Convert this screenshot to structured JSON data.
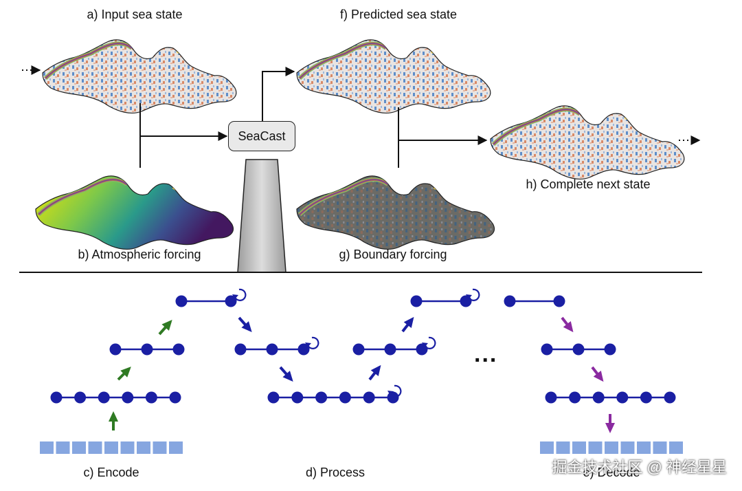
{
  "labels": {
    "a": "a) Input sea state",
    "b": "b) Atmospheric forcing",
    "c": "c) Encode",
    "d": "d) Process",
    "e": "e) Decode",
    "f": "f) Predicted sea state",
    "g": "g) Boundary forcing",
    "h": "h) Complete next state"
  },
  "model_box": "SeaCast",
  "ellipsis": "...",
  "watermark": "掘金技术社区 @ 神经星星",
  "colors": {
    "graph_node": "#1a1fa3",
    "grid_cell": "#86a6e0",
    "encode_arrow": "#2f7a23",
    "process_arrow": "#1a1fa3",
    "decode_arrow": "#8a2aa0",
    "model_box_fill": "#e9e9e9",
    "funnel": "#b8b8b8"
  }
}
